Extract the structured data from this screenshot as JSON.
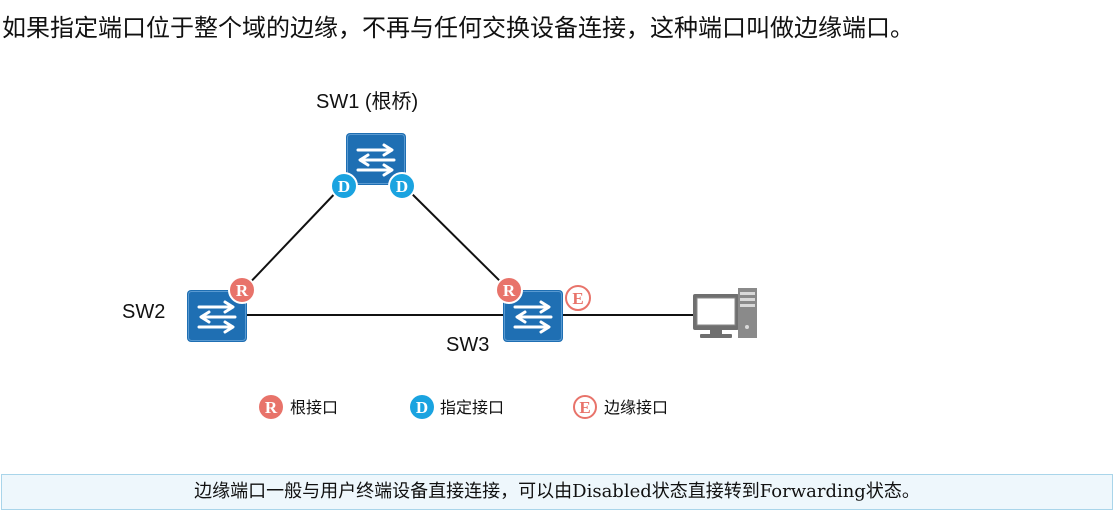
{
  "headline": "如果指定端口位于整个域的边缘，不再与任何交换设备连接，这种端口叫做边缘端口。",
  "devices": {
    "sw1": "SW1 (根桥)",
    "sw2": "SW2",
    "sw3": "SW3"
  },
  "port_letters": {
    "root": "R",
    "designated": "D",
    "edge": "E"
  },
  "legend": {
    "root": "根接口",
    "designated": "指定接口",
    "edge": "边缘接口"
  },
  "colors": {
    "switch": "#1f6fb3",
    "root_port": "#e8736a",
    "designated_port": "#1aa3e0",
    "edge_port_outline": "#e8736a",
    "link": "#111111",
    "note_border": "#a9d5ea",
    "note_bg": "#eef7fc"
  },
  "icons": [
    "switch-icon",
    "computer-icon"
  ],
  "note": "边缘端口一般与用户终端设备直接连接，可以由Disabled状态直接转到Forwarding状态。"
}
